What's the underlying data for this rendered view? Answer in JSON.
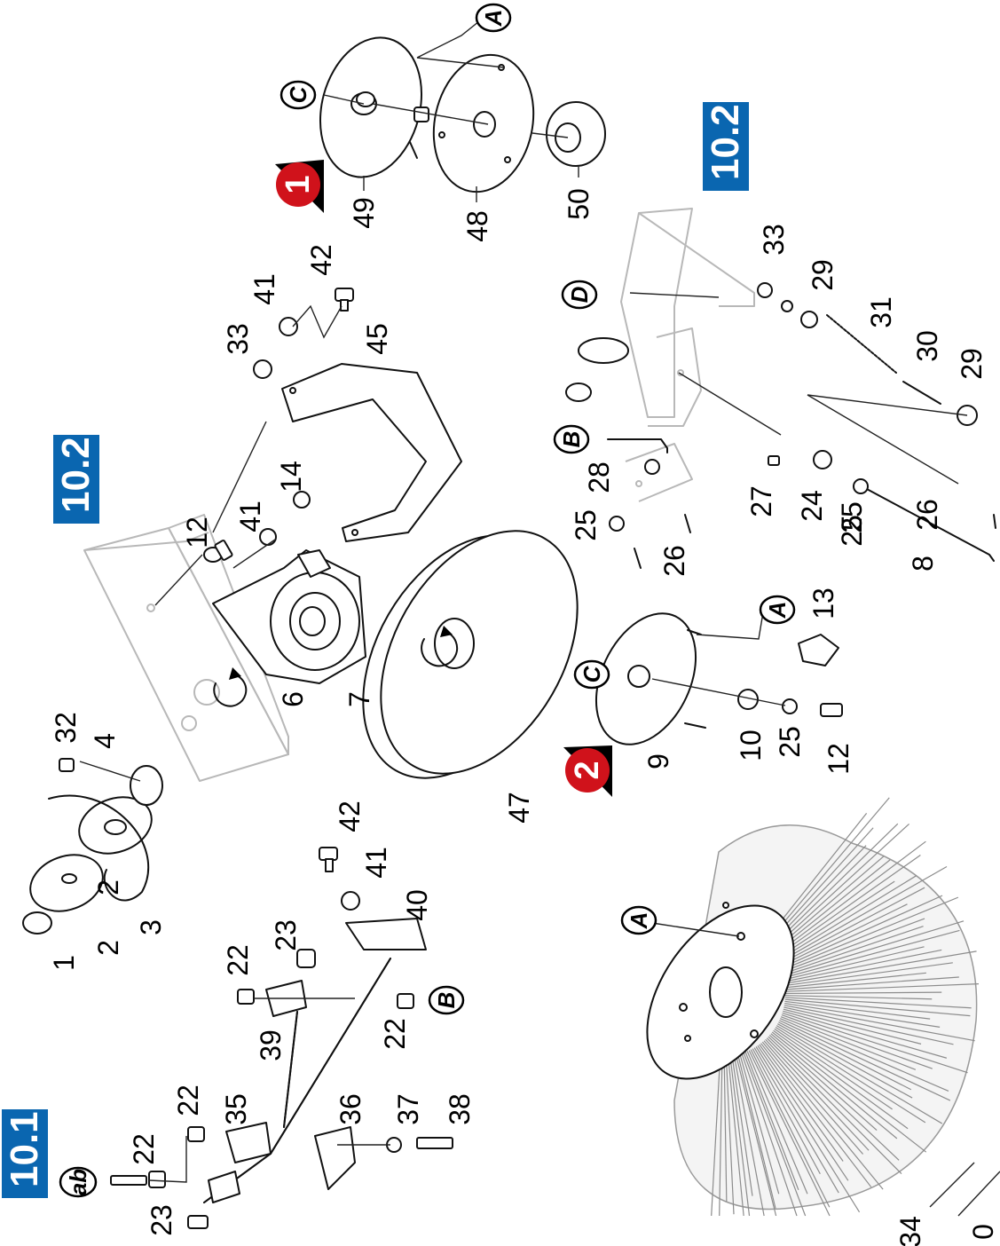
{
  "sections": [
    "10.1",
    "10.2",
    "10.2"
  ],
  "steps": [
    "1",
    "2"
  ],
  "callouts": {
    "a": "A",
    "a2": "A",
    "a3": "A",
    "b": "B",
    "b2": "B",
    "c": "C",
    "c2": "C",
    "d": "D",
    "ab": "ab"
  },
  "parts": [
    "1",
    "2",
    "2",
    "3",
    "4",
    "32",
    "12",
    "41",
    "14",
    "10.2",
    "33",
    "41",
    "42",
    "45",
    "6",
    "7",
    "47",
    "49",
    "48",
    "50",
    "28",
    "25",
    "26",
    "25",
    "33",
    "29",
    "31",
    "30",
    "29",
    "27",
    "24",
    "25",
    "26",
    "8",
    "13",
    "10",
    "25",
    "12",
    "9",
    "22",
    "22",
    "23",
    "35",
    "36",
    "37",
    "38",
    "39",
    "23",
    "22",
    "22",
    "42",
    "41",
    "40",
    "34",
    "0"
  ]
}
